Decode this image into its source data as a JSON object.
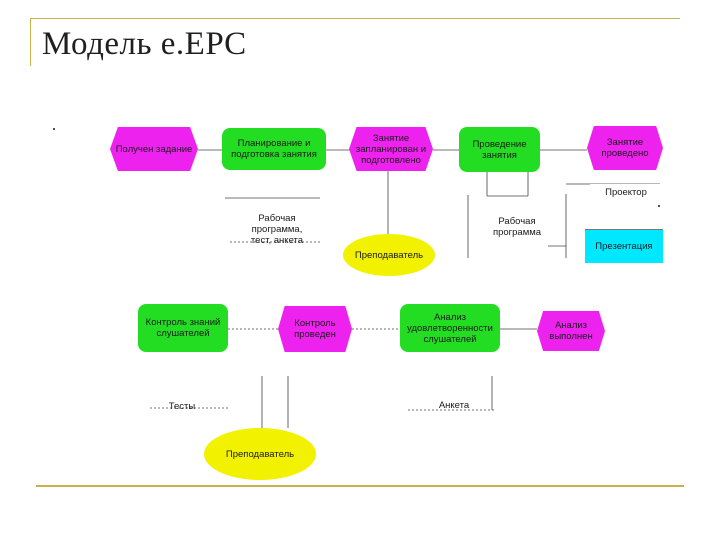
{
  "slide": {
    "title": "Модель е.EPC"
  },
  "events": {
    "e1": "Получен задание",
    "e2": "Занятие запланирован и подготовлено",
    "e3": "Занятие проведено",
    "e4": "Контроль проведен",
    "e5": "Анализ выполнен"
  },
  "functions": {
    "f1": "Планирование и подготовка занятия",
    "f2": "Проведение занятия",
    "f3": "Контроль знаний слушателей",
    "f4": "Анализ удовлетворенности слушателей"
  },
  "org_units": {
    "o1": "Преподаватель",
    "o2": "Преподаватель"
  },
  "documents": {
    "d1": "Рабочая программа, тест, анкета",
    "d2": "Рабочая программа",
    "d3": "Тесты",
    "d4": "Анкета"
  },
  "resources": {
    "r1": "Проектор",
    "r2": "Презентация"
  }
}
